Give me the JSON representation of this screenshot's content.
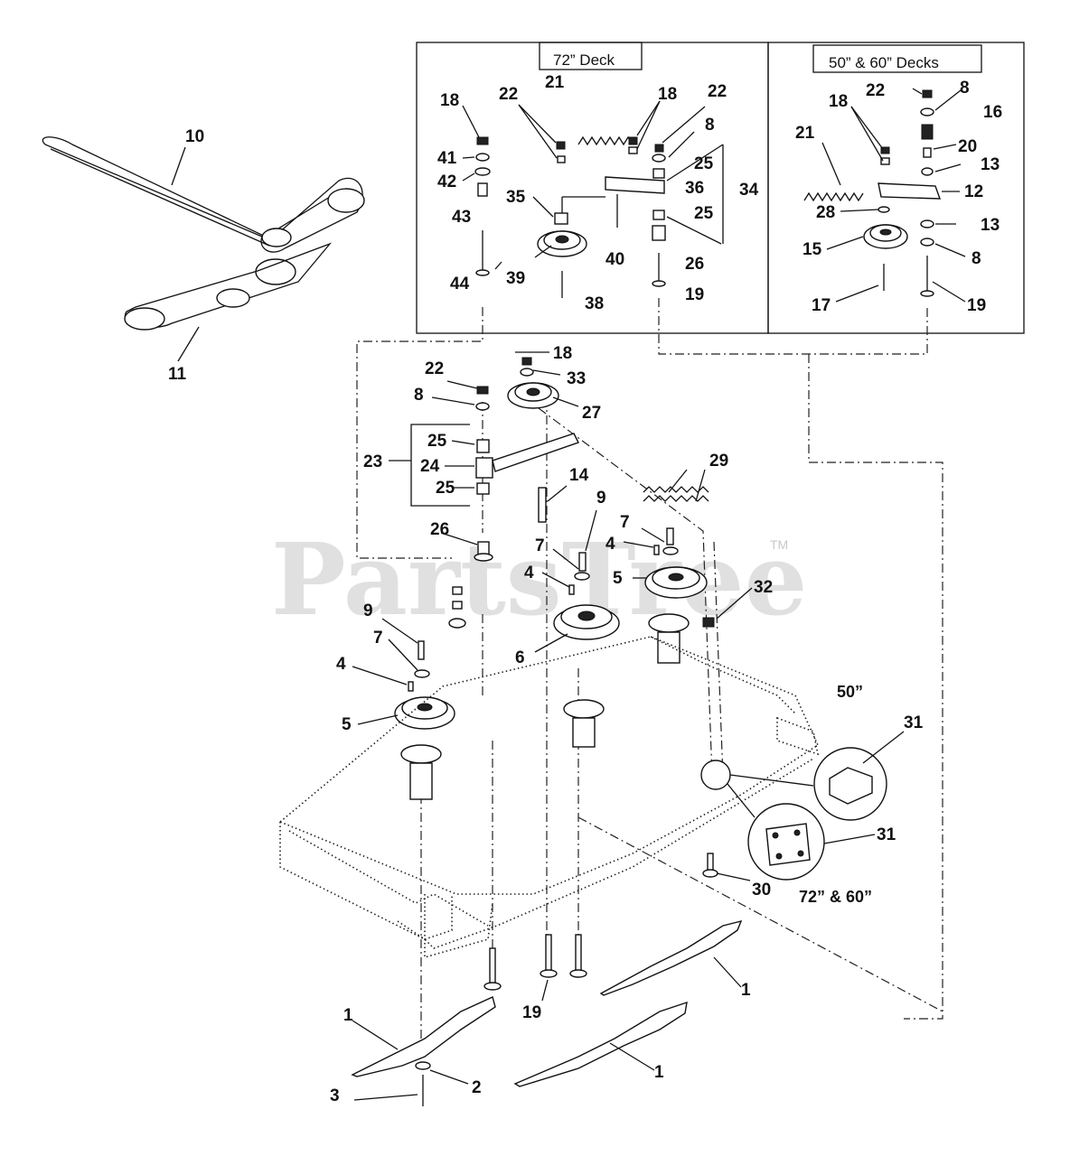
{
  "watermark": {
    "brand": "PartsTree",
    "trademark": "TM"
  },
  "boxes": {
    "deck72": "72” Deck",
    "deck5060": "50” & 60” Decks"
  },
  "variants": {
    "v50": "50”",
    "v7260": "72” & 60”"
  },
  "callouts": {
    "b72_18a": "18",
    "b72_22a": "22",
    "b72_21": "21",
    "b72_18b": "18",
    "b72_22b": "22",
    "b72_41": "41",
    "b72_8": "8",
    "b72_42": "42",
    "b72_25a": "25",
    "b72_35": "35",
    "b72_36": "36",
    "b72_34": "34",
    "b72_43": "43",
    "b72_25b": "25",
    "b72_40": "40",
    "b72_26": "26",
    "b72_44": "44",
    "b72_39": "39",
    "b72_38": "38",
    "b72_19": "19",
    "b50_22": "22",
    "b50_8a": "8",
    "b50_18": "18",
    "b50_16": "16",
    "b50_21": "21",
    "b50_20": "20",
    "b50_13a": "13",
    "b50_12": "12",
    "b50_28": "28",
    "b50_13b": "13",
    "b50_15": "15",
    "b50_8b": "8",
    "b50_17": "17",
    "b50_19": "19",
    "belt10": "10",
    "belt11": "11",
    "m18": "18",
    "m22": "22",
    "m33": "33",
    "m8": "8",
    "m27": "27",
    "m25a": "25",
    "m23": "23",
    "m24": "24",
    "m25b": "25",
    "m29": "29",
    "m14": "14",
    "m9a": "9",
    "m7a": "7",
    "m26": "26",
    "m7b": "7",
    "m4a": "4",
    "m5a": "5",
    "m4b": "4",
    "m32": "32",
    "m9b": "9",
    "m6": "6",
    "m7c": "7",
    "m4c": "4",
    "m5b": "5",
    "m31a": "31",
    "m31b": "31",
    "m30": "30",
    "m19": "19",
    "m1a": "1",
    "m1b": "1",
    "m1c": "1",
    "m2": "2",
    "m3": "3"
  }
}
